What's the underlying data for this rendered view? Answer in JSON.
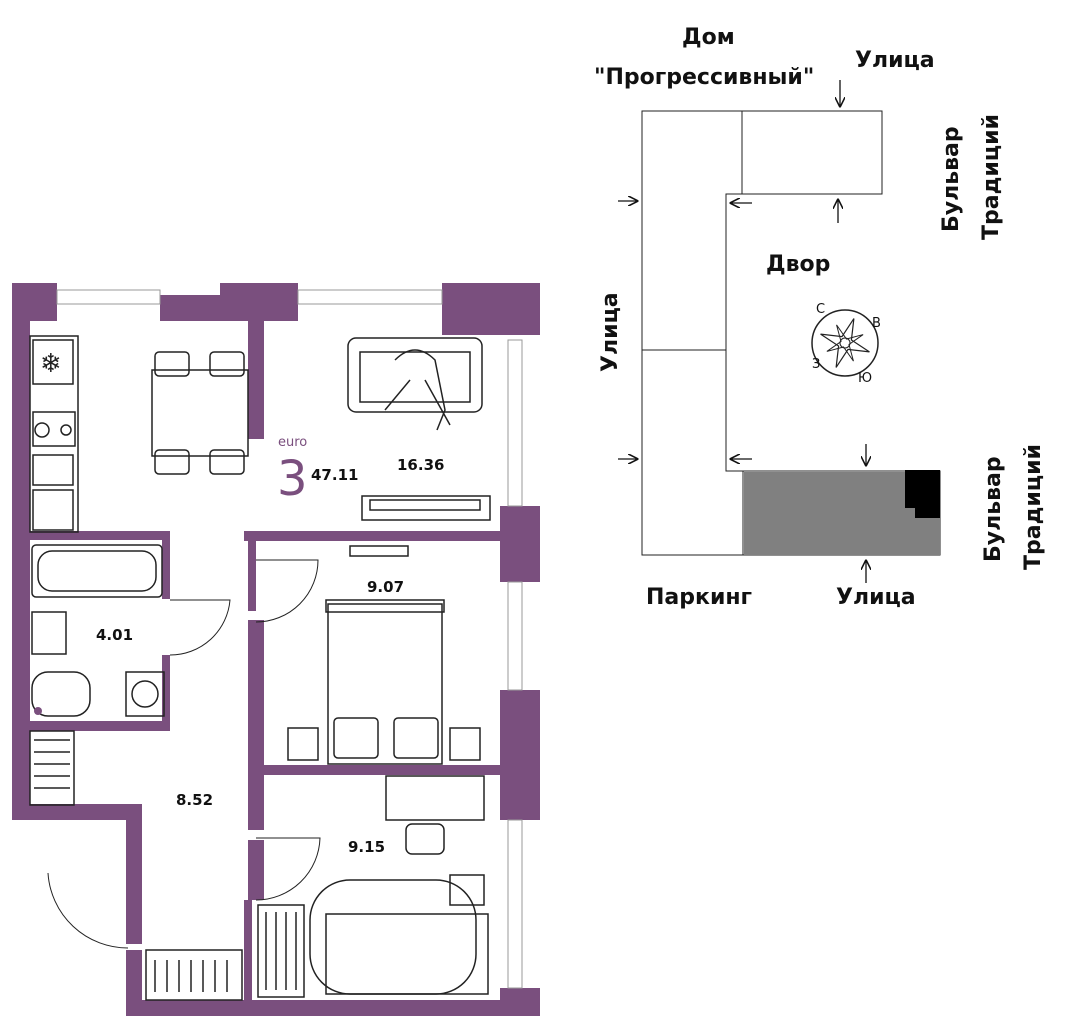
{
  "apartment": {
    "class_label": "euro",
    "rooms": "3",
    "total_area": "47.11",
    "room_areas": {
      "living": "16.36",
      "bedroom": "9.07",
      "bathroom": "4.01",
      "hall": "8.52",
      "room_small": "9.15"
    }
  },
  "site_plan": {
    "building": "Дом",
    "building_name": "\"Прогрессивный\"",
    "street_top": "Улица",
    "street_left": "Улица",
    "street_bottom": "Улица",
    "boulevard_top": [
      "Бульвар",
      "Традиций"
    ],
    "boulevard_bottom": [
      "Бульвар",
      "Традиций"
    ],
    "yard": "Двор",
    "parking": "Паркинг",
    "compass": {
      "n": "С",
      "e": "В",
      "s": "Ю",
      "w": "З"
    }
  },
  "colors": {
    "wall": "#7a4f7e",
    "parking_fill": "#808080",
    "building_fill": "#000000",
    "accent_text": "#7a4f7e"
  }
}
